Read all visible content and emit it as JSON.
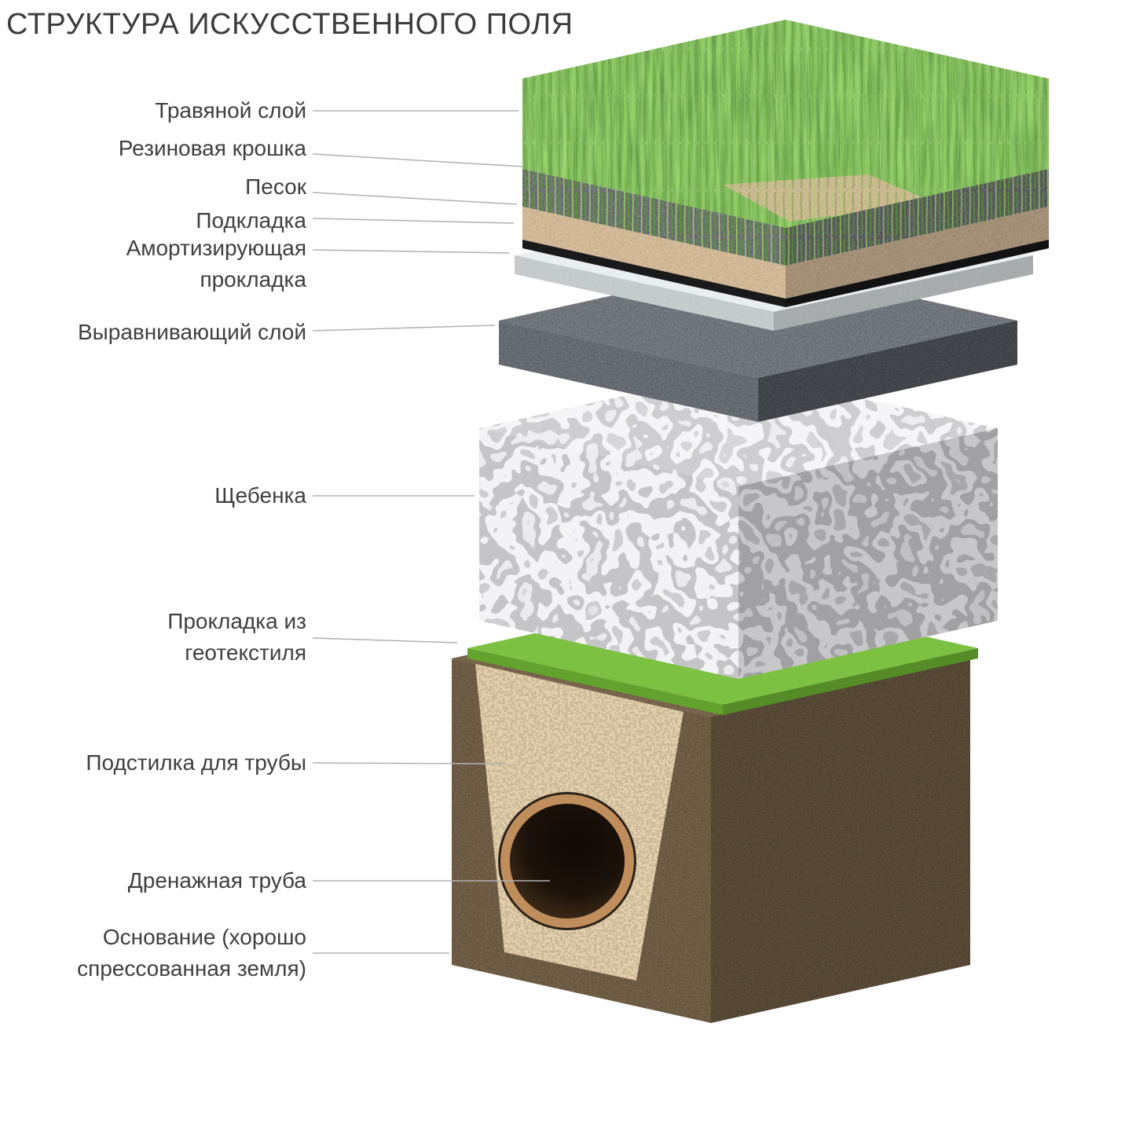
{
  "title": "СТРУКТУРА ИСКУССТВЕННОГО ПОЛЯ",
  "labels": [
    {
      "id": "grass-layer",
      "text": "Травяной слой",
      "color": "#58b62c"
    },
    {
      "id": "rubber-crumb",
      "text": "Резиновая крошка",
      "color": "#2b2b2b"
    },
    {
      "id": "sand",
      "text": "Песок",
      "color": "#b08a5e"
    },
    {
      "id": "backing",
      "text": "Подкладка",
      "color": "#1a1a1a"
    },
    {
      "id": "shock-pad",
      "text": "Амортизирующая\nпрокладка",
      "color": "#c9d6da"
    },
    {
      "id": "leveling-layer",
      "text": "Выравнивающий слой",
      "color": "#1b1c1e"
    },
    {
      "id": "crushed-stone",
      "text": "Щебенка",
      "color": "#b5b5b5"
    },
    {
      "id": "geotextile",
      "text": "Прокладка из\nгеотекстиля",
      "color": "#7cc142"
    },
    {
      "id": "pipe-bedding",
      "text": "Подстилка для трубы",
      "color": "#c8a878"
    },
    {
      "id": "drainage-pipe",
      "text": "Дренажная труба",
      "color": "#8a5a32"
    },
    {
      "id": "base-soil",
      "text": "Основание (хорошо\nспрессованная земля)",
      "color": "#2e2113"
    }
  ],
  "colors": {
    "background": "#ffffff",
    "label_text": "#3f3f3f",
    "leader_line": "#b1b1b1",
    "geotextile": "#7cc142"
  }
}
